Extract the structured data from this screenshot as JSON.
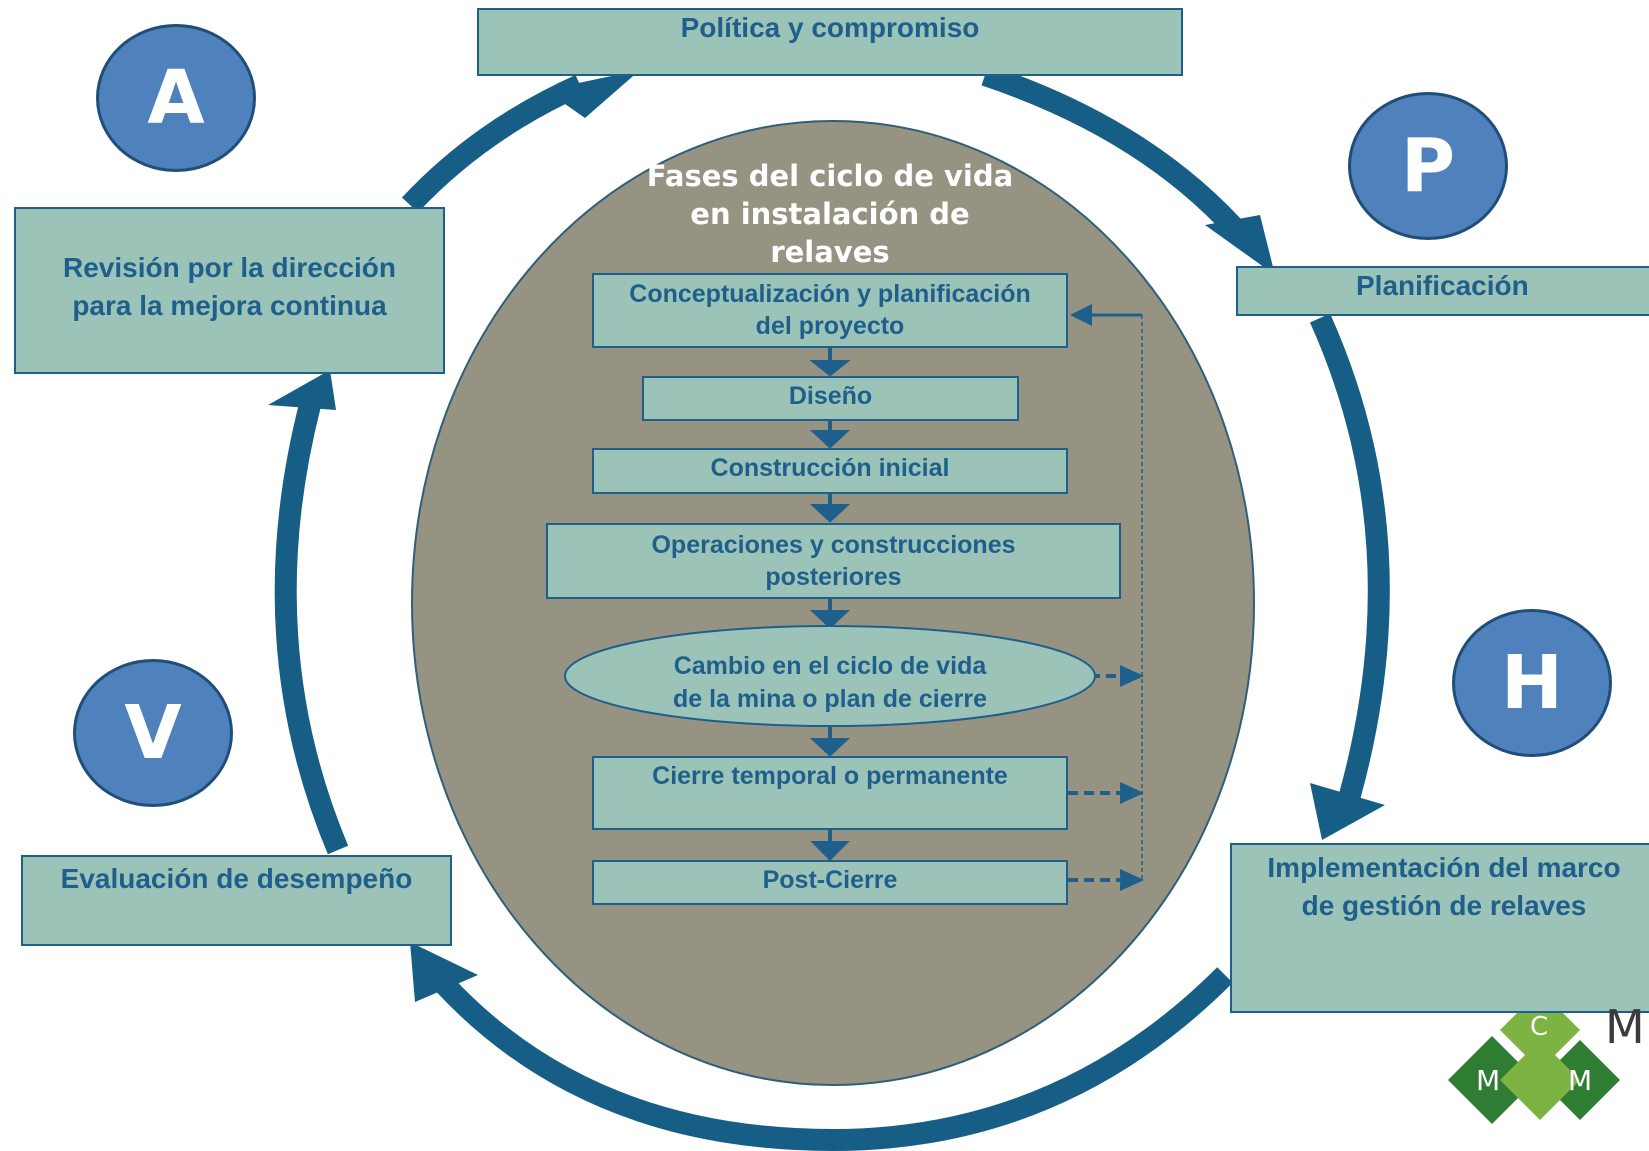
{
  "pdca": {
    "A": "A",
    "P": "P",
    "H": "H",
    "V": "V"
  },
  "boxes": {
    "politica": "Política y compromiso",
    "planificacion": "Planificación",
    "revision_line1": "Revisión por la dirección",
    "revision_line2": "para la mejora continua",
    "evaluacion": "Evaluación de desempeño",
    "implementacion_line1": "Implementación del marco",
    "implementacion_line2": "de gestión de relaves"
  },
  "center": {
    "title_line1": "Fases del ciclo de vida",
    "title_line2": "en instalación de",
    "title_line3": "relaves"
  },
  "phases": {
    "conceptualizacion_line1": "Conceptualización y planificación",
    "conceptualizacion_line2": "del proyecto",
    "diseno": "Diseño",
    "construccion": "Construcción inicial",
    "operaciones_line1": "Operaciones y construcciones",
    "operaciones_line2": "posteriores",
    "cambio_line1": "Cambio en el ciclo de vida",
    "cambio_line2": "de la mina o plan de cierre",
    "cierre": "Cierre temporal o permanente",
    "post_cierre": "Post-Cierre"
  },
  "logo": {
    "letter_m1": "M",
    "letter_c": "C",
    "letter_m2": "M",
    "text_partial": "M"
  },
  "colors": {
    "box_fill": "#9cc3b8",
    "box_border": "#1f5f8b",
    "text": "#1f5f8b",
    "cycle_arrow": "#175e86",
    "circle_fill": "#4f81bd",
    "center_ellipse": "#979383",
    "logo_green": "#2e7d32",
    "logo_light_green": "#7cb342"
  }
}
